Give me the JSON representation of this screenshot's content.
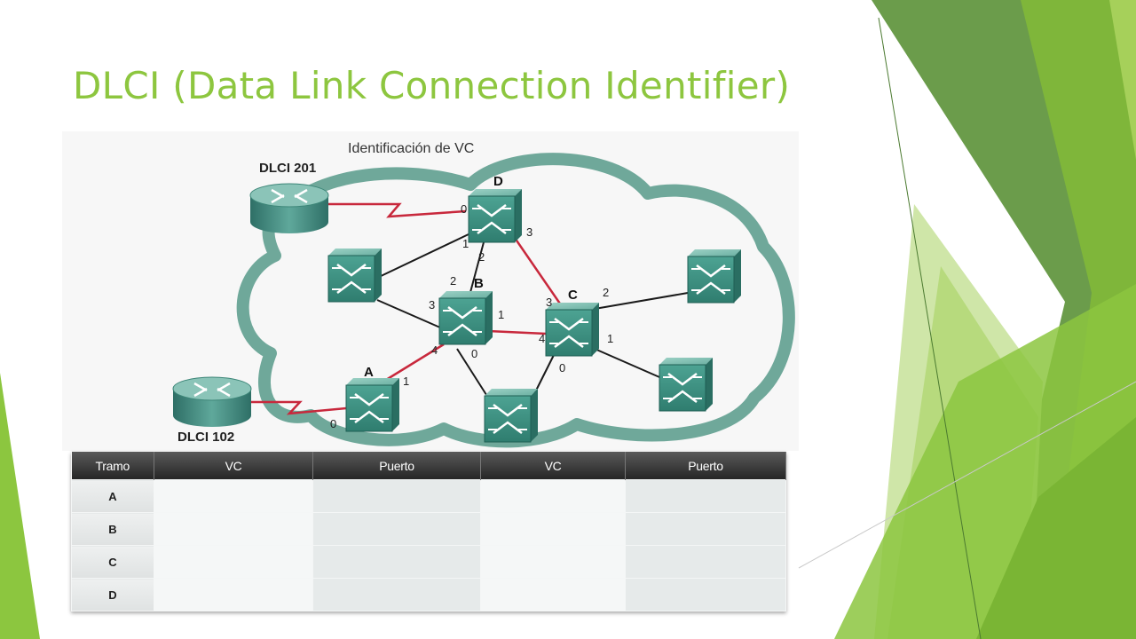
{
  "slide": {
    "title": "DLCI (Data Link Connection Identifier)"
  },
  "diagram": {
    "caption": "Identificación de VC",
    "dlci_top": "DLCI 201",
    "dlci_bottom": "DLCI 102",
    "node_labels": {
      "a": "A",
      "b": "B",
      "c": "C",
      "d": "D"
    },
    "ports": {
      "d_0": "0",
      "d_1": "1",
      "d_2": "2",
      "d_3": "3",
      "b_2": "2",
      "b_3": "3",
      "b_1": "1",
      "b_4": "4",
      "b_0": "0",
      "c_3": "3",
      "c_2": "2",
      "c_4": "4",
      "c_1": "1",
      "c_0": "0",
      "a_1": "1",
      "a_0": "0"
    }
  },
  "table": {
    "headers": [
      "Tramo",
      "VC",
      "Puerto",
      "VC",
      "Puerto"
    ],
    "rows": [
      "A",
      "B",
      "C",
      "D"
    ]
  },
  "colors": {
    "title": "#8dc63f",
    "cloud": "#6fa89a",
    "switch": "#3e9384",
    "red_link": "#c8283c",
    "green_dark": "#5a9a3a",
    "green_light": "#8dc63f"
  }
}
